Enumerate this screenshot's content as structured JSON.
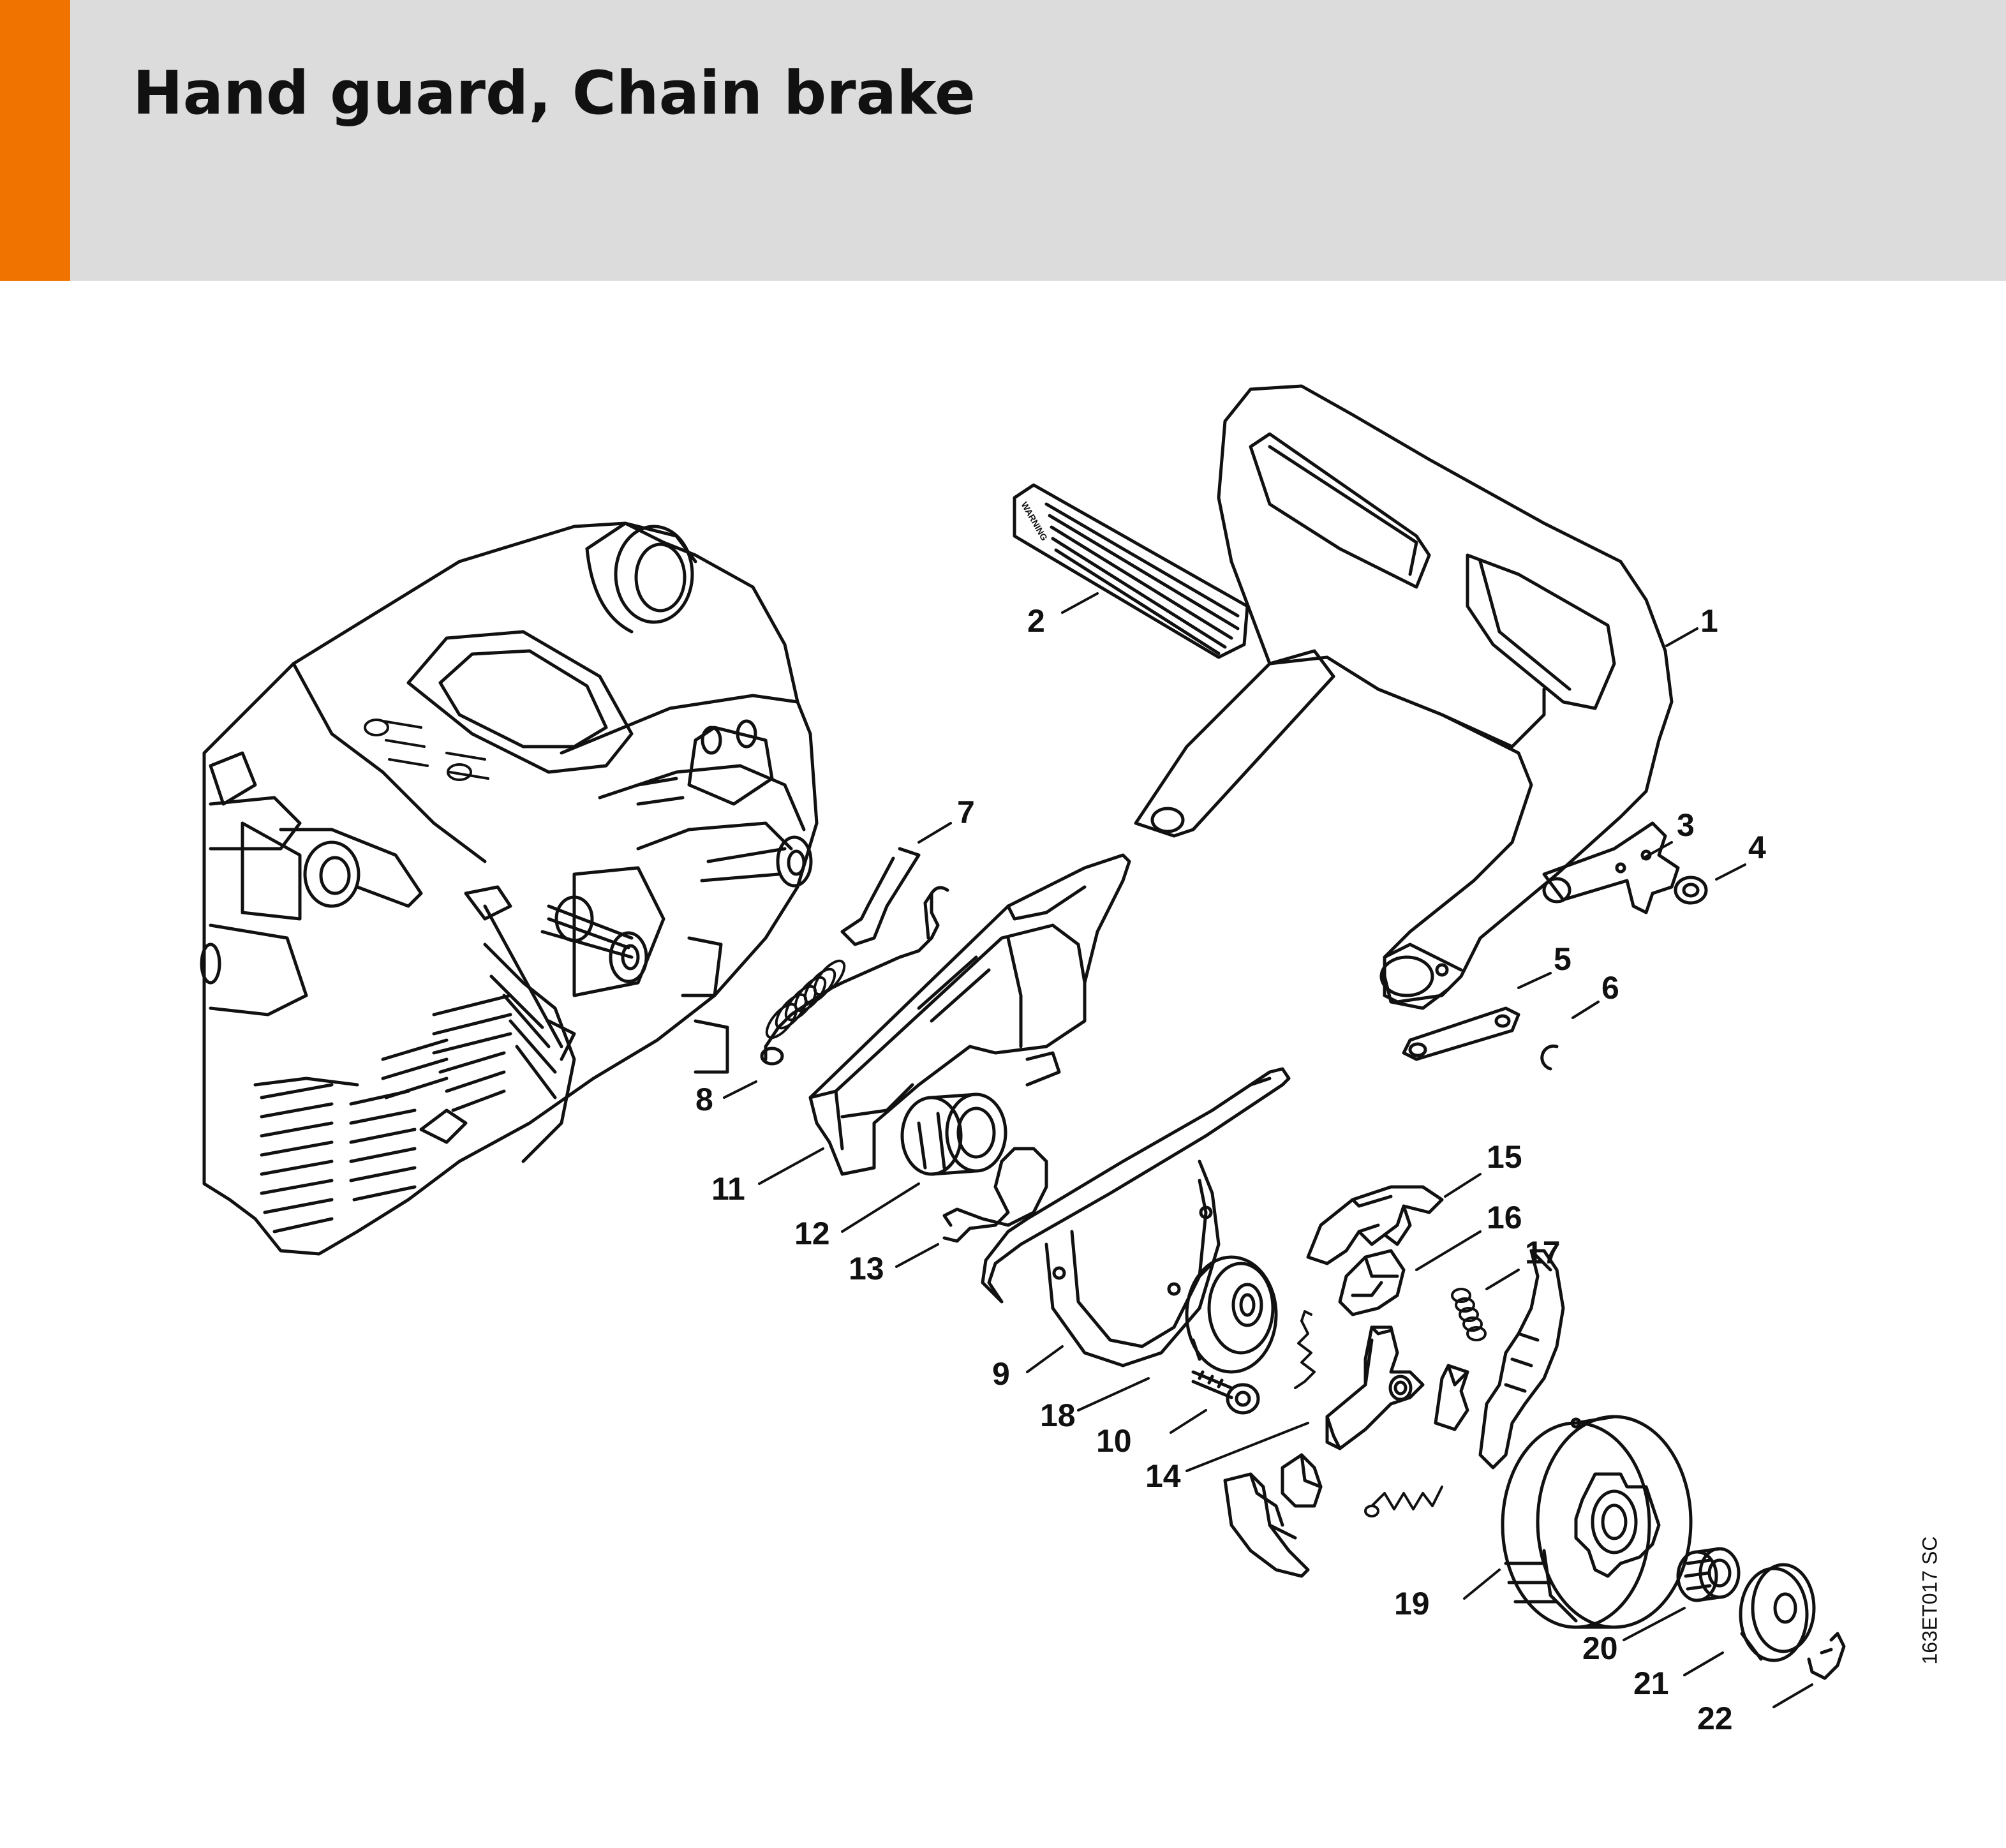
{
  "page": {
    "title": "Hand guard, Chain brake",
    "reference_code": "163ET017 SC",
    "header_color": "#dcdcdc",
    "accent_color": "#f07300",
    "line_color": "#111111"
  },
  "decal": {
    "text": "WARNING"
  },
  "callouts": [
    {
      "id": "callout-1",
      "label": "1"
    },
    {
      "id": "callout-2",
      "label": "2"
    },
    {
      "id": "callout-3",
      "label": "3"
    },
    {
      "id": "callout-4",
      "label": "4"
    },
    {
      "id": "callout-5",
      "label": "5"
    },
    {
      "id": "callout-6",
      "label": "6"
    },
    {
      "id": "callout-7",
      "label": "7"
    },
    {
      "id": "callout-8",
      "label": "8"
    },
    {
      "id": "callout-9",
      "label": "9"
    },
    {
      "id": "callout-10",
      "label": "10"
    },
    {
      "id": "callout-11",
      "label": "11"
    },
    {
      "id": "callout-12",
      "label": "12"
    },
    {
      "id": "callout-13",
      "label": "13"
    },
    {
      "id": "callout-14",
      "label": "14"
    },
    {
      "id": "callout-15",
      "label": "15"
    },
    {
      "id": "callout-16",
      "label": "16"
    },
    {
      "id": "callout-17",
      "label": "17"
    },
    {
      "id": "callout-18",
      "label": "18"
    },
    {
      "id": "callout-19",
      "label": "19"
    },
    {
      "id": "callout-20",
      "label": "20"
    },
    {
      "id": "callout-21",
      "label": "21"
    },
    {
      "id": "callout-22",
      "label": "22"
    }
  ]
}
